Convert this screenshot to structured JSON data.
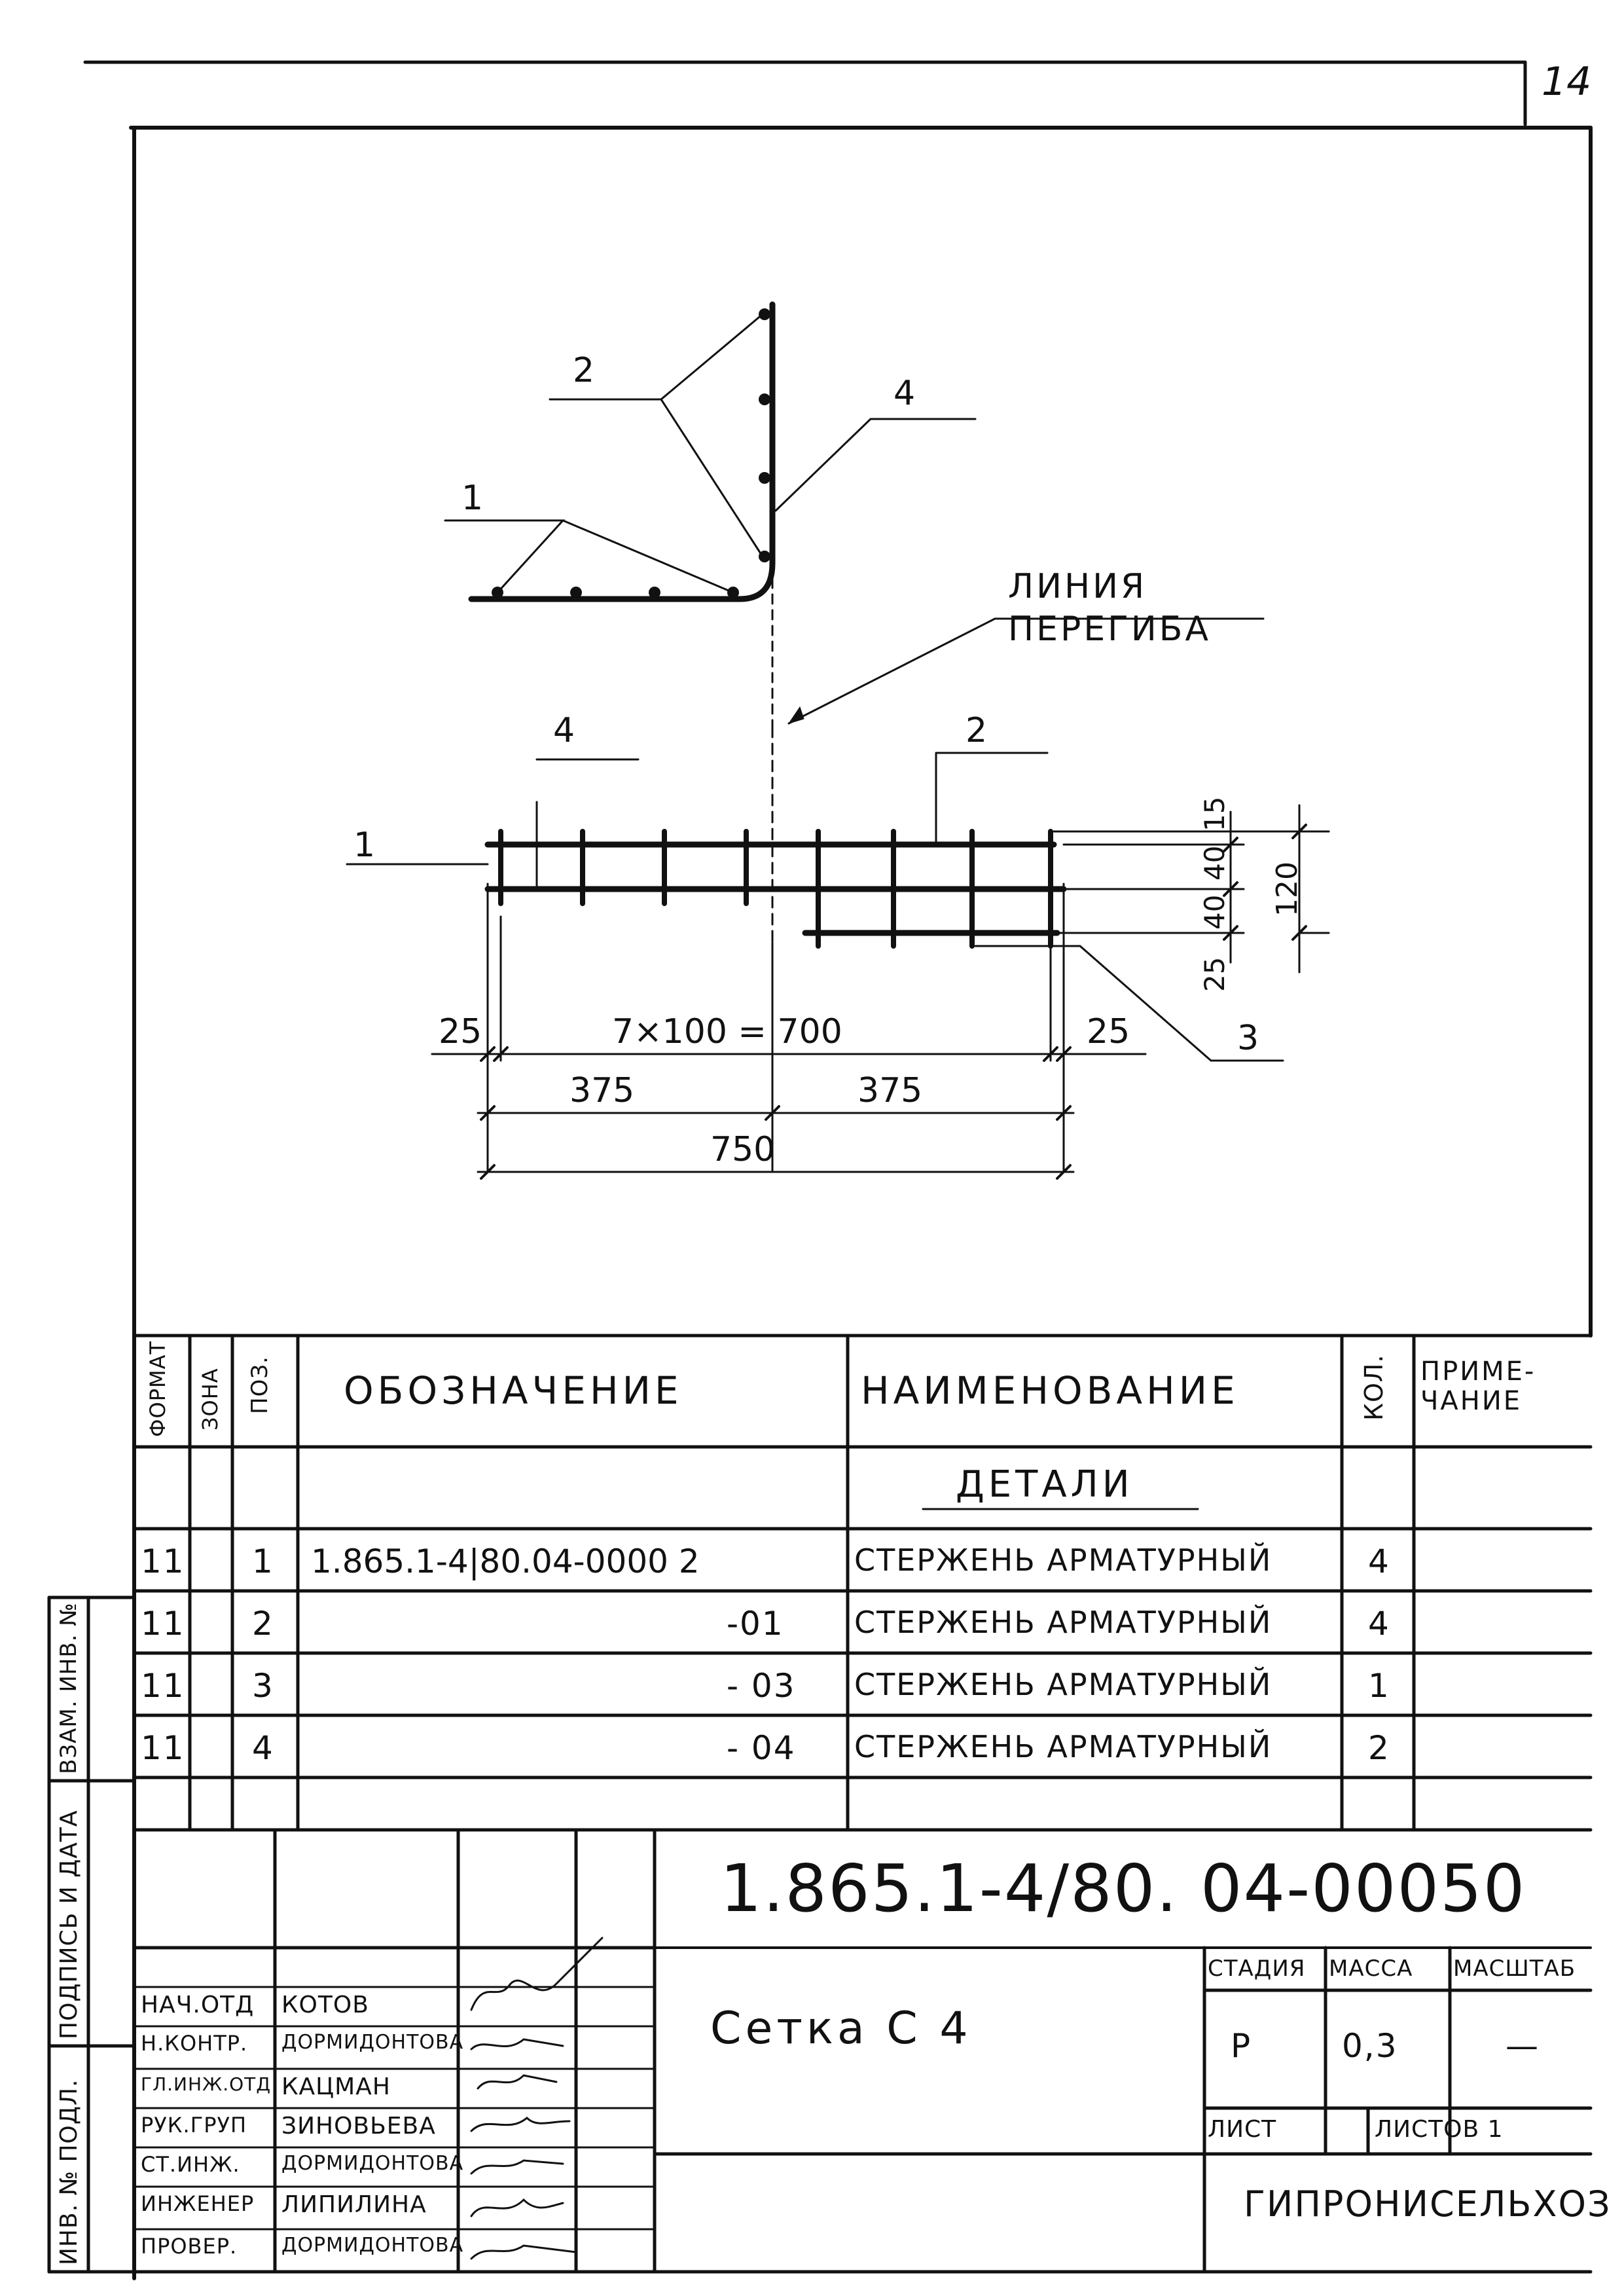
{
  "sheet_number": "14",
  "drawing": {
    "leaders": {
      "pos1": "1",
      "pos2": "2",
      "pos3": "3",
      "pos4": "4"
    },
    "bend_line_label_1": "ЛИНИЯ",
    "bend_line_label_2": "ПЕРЕГИБА",
    "dims": {
      "left_edge": "25",
      "spacing": "7×100 = 700",
      "right_edge": "25",
      "half_left": "375",
      "half_right": "375",
      "total": "750",
      "v15": "15",
      "v40a": "40",
      "v40b": "40",
      "v25": "25",
      "v120": "120"
    }
  },
  "spec": {
    "headers": {
      "format": "ФОРМАТ",
      "zone": "ЗОНА",
      "pos": "ПОЗ.",
      "designation": "ОБОЗНАЧЕНИЕ",
      "name": "НАИМЕНОВАНИЕ",
      "qty": "КОЛ.",
      "note_1": "ПРИМЕ-",
      "note_2": "ЧАНИЕ"
    },
    "section": "ДЕТАЛИ",
    "rows": [
      {
        "format": "11",
        "pos": "1",
        "designation": "1.865.1-4|80.04-0000 2",
        "name": "СТЕРЖЕНЬ АРМАТУРНЫЙ",
        "qty": "4"
      },
      {
        "format": "11",
        "pos": "2",
        "designation": "-01",
        "name": "СТЕРЖЕНЬ АРМАТУРНЫЙ",
        "qty": "4"
      },
      {
        "format": "11",
        "pos": "3",
        "designation": "- 03",
        "name": "СТЕРЖЕНЬ АРМАТУРНЫЙ",
        "qty": "1"
      },
      {
        "format": "11",
        "pos": "4",
        "designation": "- 04",
        "name": "СТЕРЖЕНЬ АРМАТУРНЫЙ",
        "qty": "2"
      }
    ]
  },
  "title_block": {
    "doc_number": "1.865.1-4/80. 04-00050",
    "title": "Сетка С 4",
    "stage_label": "СТАДИЯ",
    "mass_label": "МАССА",
    "scale_label": "МАСШТАБ",
    "stage": "Р",
    "mass": "0,3",
    "scale": "—",
    "sheet_label": "ЛИСТ",
    "sheets_label": "ЛИСТОВ 1",
    "org": "ГИПРОНИСЕЛЬХОЗ",
    "people": [
      {
        "role": "НАЧ.ОТД",
        "name": "КОТОВ"
      },
      {
        "role": "Н.КОНТР.",
        "name": "ДОРМИДОНТОВА"
      },
      {
        "role": "ГЛ.ИНЖ.ОТД",
        "name": "КАЦМАН"
      },
      {
        "role": "РУК.ГРУП",
        "name": "ЗИНОВЬЕВА"
      },
      {
        "role": "СТ.ИНЖ.",
        "name": "ДОРМИДОНТОВА"
      },
      {
        "role": "ИНЖЕНЕР",
        "name": "ЛИПИЛИНА"
      },
      {
        "role": "ПРОВЕР.",
        "name": "ДОРМИДОНТОВА"
      }
    ]
  },
  "side_stamp": {
    "inv_original": "ИНВ. № ПОДЛ.",
    "sign_date": "ПОДПИСЬ И ДАТА",
    "replaced_inv": "ВЗАМ. ИНВ. №"
  }
}
